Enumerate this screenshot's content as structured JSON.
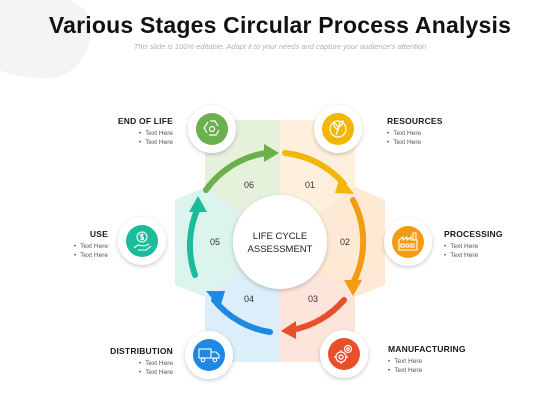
{
  "title": "Various Stages Circular Process Analysis",
  "subtitle": "This slide is 100% editable. Adapt it to your needs and capture your audience's attention",
  "center": {
    "line1": "LIFE CYCLE",
    "line2": "ASSESSMENT"
  },
  "stages": [
    {
      "number": "01",
      "title": "RESOURCES",
      "bullets": [
        "Text Here",
        "Text Here"
      ],
      "color": "#f2b705",
      "icon": "seedling-icon"
    },
    {
      "number": "02",
      "title": "PROCESSING",
      "bullets": [
        "Text Here",
        "Text Here"
      ],
      "color": "#f39c12",
      "icon": "factory-icon"
    },
    {
      "number": "03",
      "title": "MANUFACTURING",
      "bullets": [
        "Text Here",
        "Text Here"
      ],
      "color": "#e8502a",
      "icon": "gears-icon"
    },
    {
      "number": "04",
      "title": "DISTRIBUTION",
      "bullets": [
        "Text Here",
        "Text Here"
      ],
      "color": "#1e88e5",
      "icon": "truck-icon"
    },
    {
      "number": "05",
      "title": "USE",
      "bullets": [
        "Text Here",
        "Text Here"
      ],
      "color": "#1abc9c",
      "icon": "money-hand-icon"
    },
    {
      "number": "06",
      "title": "END OF LIFE",
      "bullets": [
        "Text Here",
        "Text Here"
      ],
      "color": "#6ab04c",
      "icon": "recycle-icon"
    }
  ]
}
